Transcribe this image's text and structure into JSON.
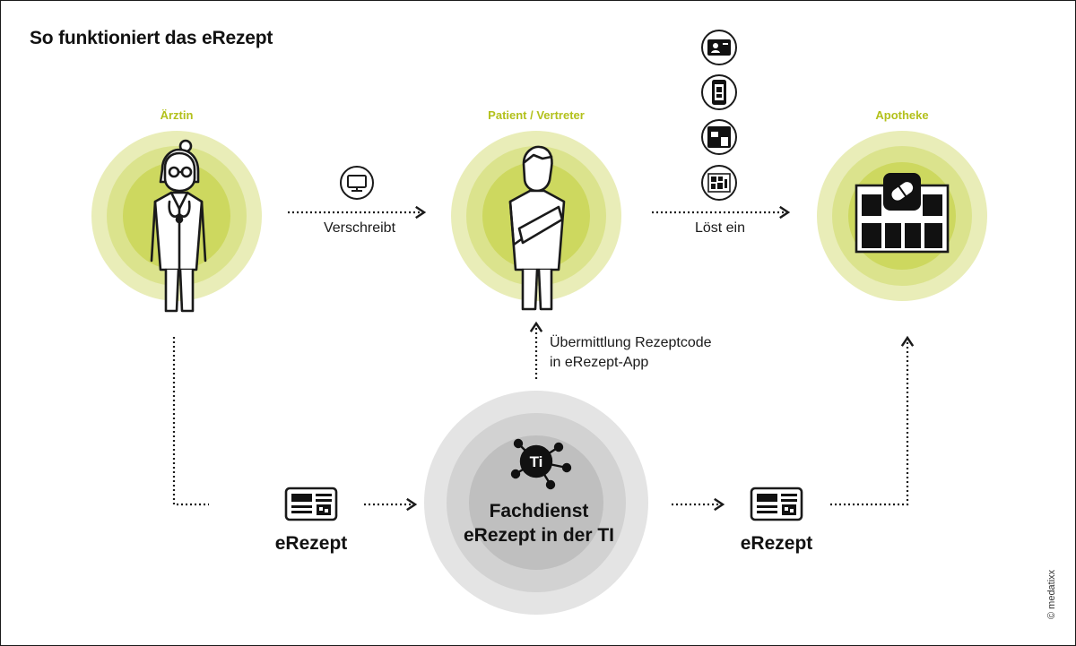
{
  "title": "So funktioniert das eRezept",
  "roles": {
    "doctor": "Ärztin",
    "patient": "Patient / Vertreter",
    "pharmacy": "Apotheke"
  },
  "steps": {
    "prescribe": "Verschreibt",
    "redeem": "Löst ein",
    "transmit_line1": "Übermittlung Rezeptcode",
    "transmit_line2": "in eRezept-App"
  },
  "service": {
    "line1": "Fachdienst",
    "line2": "eRezept in der TI",
    "badge": "Ti"
  },
  "documents": {
    "left": "eRezept",
    "right": "eRezept"
  },
  "copyright": "© medatixx",
  "colors": {
    "green_outer": "#e9edb8",
    "green_mid": "#dbe38d",
    "green_inner": "#cdd85f",
    "gray_outer": "#e4e4e4",
    "gray_mid": "#d2d2d2",
    "gray_inner": "#bfbfbf",
    "label_green": "#b3c11c"
  },
  "icons": [
    "monitor-icon",
    "id-card-icon",
    "phone-icon",
    "card-reader-icon",
    "paper-prescription-icon",
    "prescription-document-icon",
    "ti-network-icon",
    "pharmacy-building-icon"
  ]
}
